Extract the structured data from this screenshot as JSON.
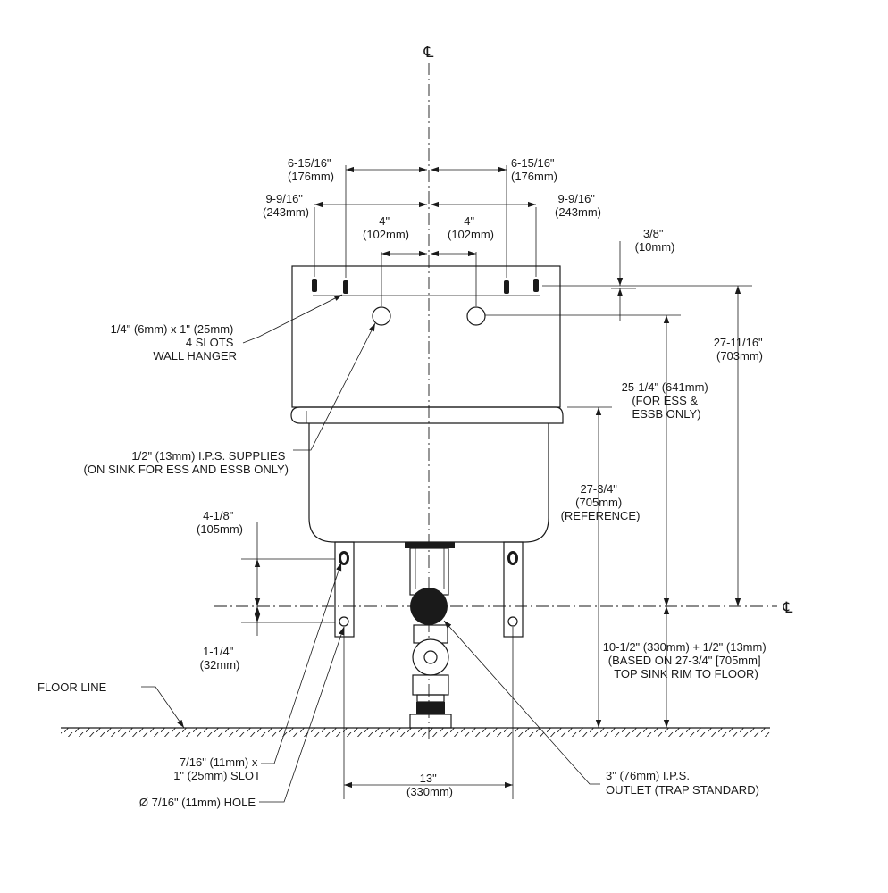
{
  "centerline_symbol": "℄",
  "dims": {
    "top_outer_left": [
      "6-15/16\"",
      "(176mm)"
    ],
    "top_outer_right": [
      "6-15/16\"",
      "(176mm)"
    ],
    "top_mid_left": [
      "9-9/16\"",
      "(243mm)"
    ],
    "top_mid_right": [
      "9-9/16\"",
      "(243mm)"
    ],
    "supply_left": [
      "4\"",
      "(102mm)"
    ],
    "supply_right": [
      "4\"",
      "(102mm)"
    ],
    "slot_offset": [
      "3/8\"",
      "(10mm)"
    ],
    "overall_height": [
      "27-11/16\"",
      "(703mm)"
    ],
    "supply_height": [
      "25-1/4\" (641mm)",
      "(FOR ESS &",
      "ESSB ONLY)"
    ],
    "rim_reference": [
      "27-3/4\"",
      "(705mm)",
      "(REFERENCE)"
    ],
    "leg_upper": [
      "4-1/8\"",
      "(105mm)"
    ],
    "leg_lower": [
      "1-1/4\"",
      "(32mm)"
    ],
    "leg_spacing": [
      "13\"",
      "(330mm)"
    ],
    "outlet_height": [
      "10-1/2\" (330mm) + 1/2\" (13mm)",
      "(BASED ON 27-3/4\" [705mm]",
      "TOP SINK RIM TO FLOOR)"
    ]
  },
  "notes": {
    "wall_hanger": [
      "1/4\" (6mm) x 1\" (25mm)",
      "4 SLOTS",
      "WALL HANGER"
    ],
    "supplies": [
      "1/2\" (13mm) I.P.S. SUPPLIES",
      "(ON SINK FOR ESS AND ESSB ONLY)"
    ],
    "floor_line": "FLOOR LINE",
    "leg_slot": [
      "7/16\" (11mm) x",
      "1\" (25mm) SLOT"
    ],
    "leg_hole": "Ø 7/16\" (11mm) HOLE",
    "outlet": [
      "3\" (76mm) I.P.S.",
      "OUTLET (TRAP STANDARD)"
    ]
  }
}
